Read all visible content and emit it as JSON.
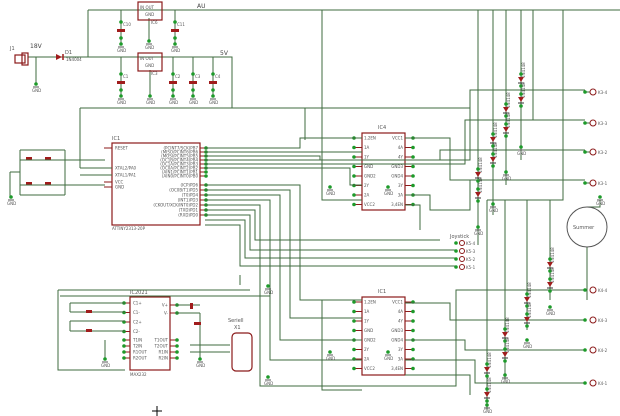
{
  "nets": {
    "au": "AU",
    "v5": "5V",
    "v18": "18V"
  },
  "parts": {
    "j1": "J1",
    "d1": "D1",
    "d1_value": "1N4004",
    "reg_top": "IC6",
    "reg_bot": "IC3",
    "reg_pins": "IN  OUT",
    "reg_gnd": "GND",
    "c10": "C10",
    "c11": "C11",
    "c1": "C1",
    "c2": "C2",
    "c3": "C3",
    "c4": "C4",
    "mcu": "IC1",
    "mcu_value": "ATTINY2313-20P",
    "drv_top": "IC4",
    "drv_bot": "IC1",
    "max": "IC2021",
    "max_value": "MAX232",
    "x1": "X1",
    "x1_label": "Seriell",
    "joy_label": "Joystick",
    "buzzer": "Summer",
    "gnd": "GND"
  },
  "mcu_pins_left": [
    "RESET",
    "XTAL2/PA0",
    "XTAL1/PA1",
    "VCC",
    "GND"
  ],
  "mcu_pins_right": [
    "(PCINT7/SCK)PB7",
    "(MISO/PCINT6)PB6",
    "(MOSI/PCINT5)PB5",
    "(OC1B/PCINT4)PB4",
    "(OC1A/PCINT3)PB3",
    "(OC0A/PCINT2)PB2",
    "(AIN1/PCINT1)PB1",
    "(AIN0/PCINT0)PB0",
    "(ICP)PD6",
    "(OC0B/T1)PD5",
    "(T0)PD4",
    "(INT1)PD3",
    "(CKOUT/XCK/INT0)PD2",
    "(TXD)PD1",
    "(RXD)PD0"
  ],
  "drv_pins_left": [
    "1,2EN",
    "1A",
    "1Y",
    "GND",
    "GND2",
    "2Y",
    "2A",
    "VCC2"
  ],
  "drv_pins_right": [
    "VCC1",
    "4A",
    "4Y",
    "GND3",
    "GND4",
    "3Y",
    "3A",
    "3,4EN"
  ],
  "max_pins_left": [
    "C1+",
    "C1-",
    "C2+",
    "C2-",
    "T1IN",
    "T2IN",
    "R1OUT",
    "R2OUT"
  ],
  "max_pins_right": [
    "V+",
    "V-",
    "T1OUT",
    "T2OUT",
    "R1IN",
    "R2IN"
  ],
  "outputs_top": [
    "K3-4",
    "K3-3",
    "K3-2",
    "K3-1"
  ],
  "outputs_bot": [
    "K4-4",
    "K4-3",
    "K4-2",
    "K4-1"
  ],
  "joystick_pins": [
    "K5-4",
    "K5-3",
    "K5-2",
    "K5-1"
  ],
  "diode_value": "1N4148",
  "colors": {
    "wire": "#3f6b3f",
    "part": "#8b1a1a",
    "junction": "#1d9a2a",
    "capacitor": "#a01c1c"
  }
}
